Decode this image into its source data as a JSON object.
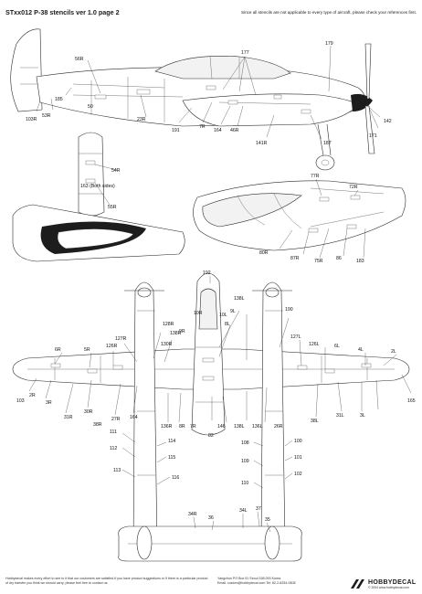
{
  "header": {
    "title": "STxx012 P-38 stencils ver 1.0 page 2",
    "notice": "Since all stencils are not applicable to every type of aircraft, please check your references first."
  },
  "side_view": {
    "labels": [
      "179",
      "177",
      "56R",
      "53R",
      "185",
      "50",
      "23R",
      "103R",
      "7R",
      "191",
      "164",
      "46R",
      "141R",
      "187",
      "171",
      "142"
    ]
  },
  "tail_view": {
    "labels": [
      "54R",
      "163 (Both sides)",
      "55R"
    ]
  },
  "boom_view": {
    "labels": [
      "77R",
      "72R",
      "80R",
      "87R",
      "75R",
      "86",
      "183"
    ]
  },
  "plan_view": {
    "labels": [
      "192",
      "6R",
      "5R",
      "126R",
      "127R",
      "128R",
      "9R",
      "130R",
      "138R",
      "10R",
      "138L",
      "10L",
      "8L",
      "9L",
      "190",
      "127L",
      "126L",
      "6L",
      "4L",
      "2L",
      "165",
      "103",
      "2R",
      "3R",
      "31R",
      "30R",
      "27R",
      "38R",
      "164",
      "136R",
      "8R",
      "7R",
      "82",
      "146",
      "138L",
      "136L",
      "26R",
      "38L",
      "31L",
      "3L",
      "111",
      "112",
      "113",
      "114",
      "115",
      "116",
      "108",
      "109",
      "110",
      "100",
      "101",
      "102",
      "34R",
      "36",
      "34L",
      "37",
      "35"
    ]
  },
  "footer": {
    "left_text": "Hobbydecal makes every effort to see to it that our customers are satisfied.If you have product suggestions or if there is a particular product of dry transfer you think we should carry, please feel free to contact us.",
    "address": "Yangchun PO Box 91 Seoul 158-093 Korea",
    "email": "Email: custom@hobbydecal.com  Tel: 82-2-6254-0508",
    "brand": "HOBBYDECAL",
    "copyright": "© 2004 www.hobbydecal.com"
  }
}
